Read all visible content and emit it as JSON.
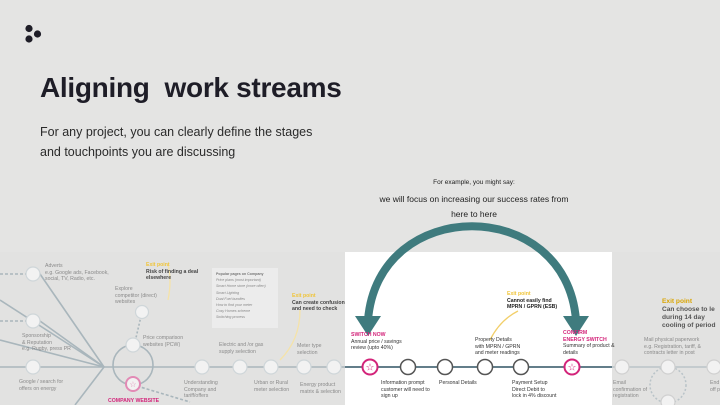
{
  "header": {
    "logo": "three-dots-logo",
    "title": "Aligning  work streams",
    "subtitle_lines": [
      "For any project, you can clearly define the stages",
      "and touchpoints you are discussing"
    ]
  },
  "example": {
    "intro": "For example, you might say:",
    "line1": "we will focus on increasing our success rates from",
    "line2": "here to here"
  },
  "colors": {
    "arrow": "#3f7b7e",
    "accent_pink": "#d3247a",
    "exit_yellow": "#f0c53a",
    "line": "#5e7f8c"
  },
  "journey": {
    "left": {
      "adverts": [
        "Adverts",
        "e.g. Google ads, Facebook,",
        "social, TV, Radio, etc."
      ],
      "sponsorship": [
        "Sponsorship",
        "& Reputation",
        "e.g. Rugby, press PR"
      ],
      "google": [
        "Google / search for",
        "offers on energy"
      ],
      "explore": [
        "Explore",
        "competitor (direct)",
        "websites"
      ],
      "pcw": [
        "Price comparison",
        "websites (PCW)"
      ],
      "exit1": {
        "label": "Exit point",
        "text": [
          "Risk of finding a deal",
          "elsewhere"
        ]
      },
      "company_website": "COMPANY WEBSITE",
      "popular": {
        "heading": "Popular pages on Company",
        "items": [
          "Price plans (most important)",
          "Smart Home store (more often)",
          "Smart Lighting",
          "Dual Fuel bundles",
          "How to find your meter",
          "Cosy Homes scheme",
          "Switching process"
        ]
      },
      "exit2": {
        "label": "Exit point",
        "text": [
          "Can create confusion",
          "and need to check"
        ]
      },
      "understanding": [
        "Understanding",
        "Company and",
        "tariff/offers"
      ],
      "supply": [
        "Electric and /or gas",
        "supply selection"
      ],
      "urban": [
        "Urban or Rural",
        "meter selection"
      ],
      "meter": [
        "Meter type",
        "selection"
      ],
      "product": [
        "Energy product",
        "matrix & selection"
      ]
    },
    "middle": {
      "switch_now": {
        "title": "SWITCH NOW",
        "text": [
          "Annual price / savings",
          "review (upto 40%)"
        ]
      },
      "info": [
        "Information prompt",
        "customer will need to",
        "sign up"
      ],
      "personal": [
        "Personal Details"
      ],
      "property": [
        "Property Details",
        "with MPRN / GPRN",
        "and meter readings"
      ],
      "payment": [
        "Payment Setup",
        "Direct Debit to",
        "lock in 4% discount"
      ],
      "exit3": {
        "label": "Exit point",
        "text": [
          "Cannot easily find",
          "MPRN / GPRN (ESB)"
        ]
      },
      "confirm": {
        "title": [
          "CONFIRM",
          "ENERGY SWITCH"
        ],
        "text": [
          "Summary of product &",
          "details"
        ]
      }
    },
    "right": {
      "mail": [
        "Mail physical paperwork",
        "e.g. Registration, tariff, &",
        "contracts letter in post"
      ],
      "email": [
        "Email",
        "confirmation of",
        "registration"
      ],
      "exit4": {
        "label": "Exit point",
        "text": [
          "Can choose to le",
          "during 14 day",
          "cooling of period"
        ]
      },
      "end": [
        "End",
        "off p"
      ]
    }
  }
}
